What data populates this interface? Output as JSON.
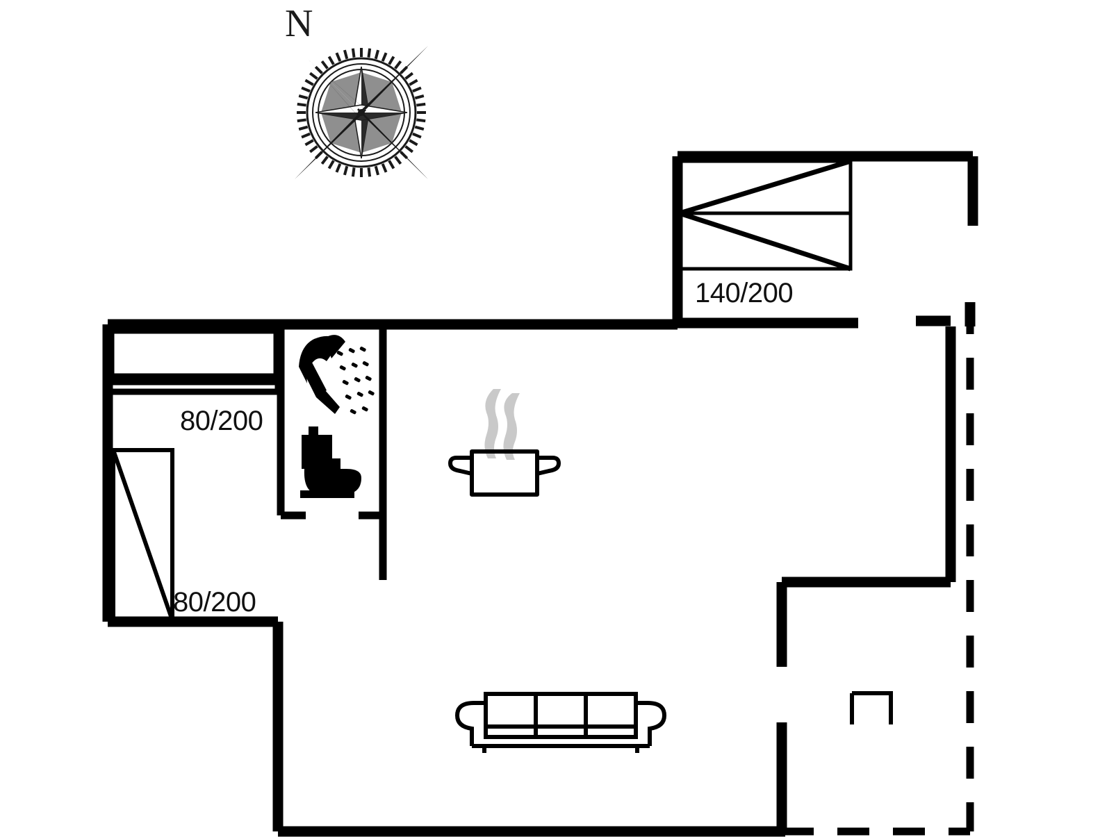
{
  "plan": {
    "type": "residential-floor-plan",
    "background_color": "#ffffff",
    "wall_color": "#000000",
    "furniture_color": "#000000",
    "steam_color": "#c9c9c9"
  },
  "compass": {
    "north_letter": "N",
    "icon": "compass-rose-icon"
  },
  "dimension_labels": [
    {
      "id": "bed_double",
      "text": "140/200",
      "room": "bedroom-north-east"
    },
    {
      "id": "bed_single_top",
      "text": "80/200",
      "room": "bedroom-west"
    },
    {
      "id": "bed_single_bottom",
      "text": "80/200",
      "room": "bedroom-west"
    }
  ],
  "labels": {
    "bed_double": "140/200",
    "bed_single_top": "80/200",
    "bed_single_bottom": "80/200"
  },
  "icons": {
    "shower": "shower-head-icon",
    "toilet": "toilet-icon",
    "cooking_pot": "cooking-pot-icon",
    "sofa": "sofa-icon",
    "table": "table-icon",
    "bed_double": "double-bed-icon",
    "bed_single_top": "single-bed-icon",
    "bed_single_bottom": "single-bed-icon"
  },
  "rooms": [
    {
      "name": "bedroom-north-east",
      "furniture": [
        "double-bed-icon"
      ]
    },
    {
      "name": "bedroom-west",
      "furniture": [
        "single-bed-icon",
        "single-bed-icon"
      ]
    },
    {
      "name": "bathroom",
      "furniture": [
        "shower-head-icon",
        "toilet-icon"
      ]
    },
    {
      "name": "kitchen-living",
      "furniture": [
        "cooking-pot-icon",
        "sofa-icon"
      ]
    },
    {
      "name": "terrace",
      "furniture": [
        "table-icon"
      ]
    }
  ]
}
